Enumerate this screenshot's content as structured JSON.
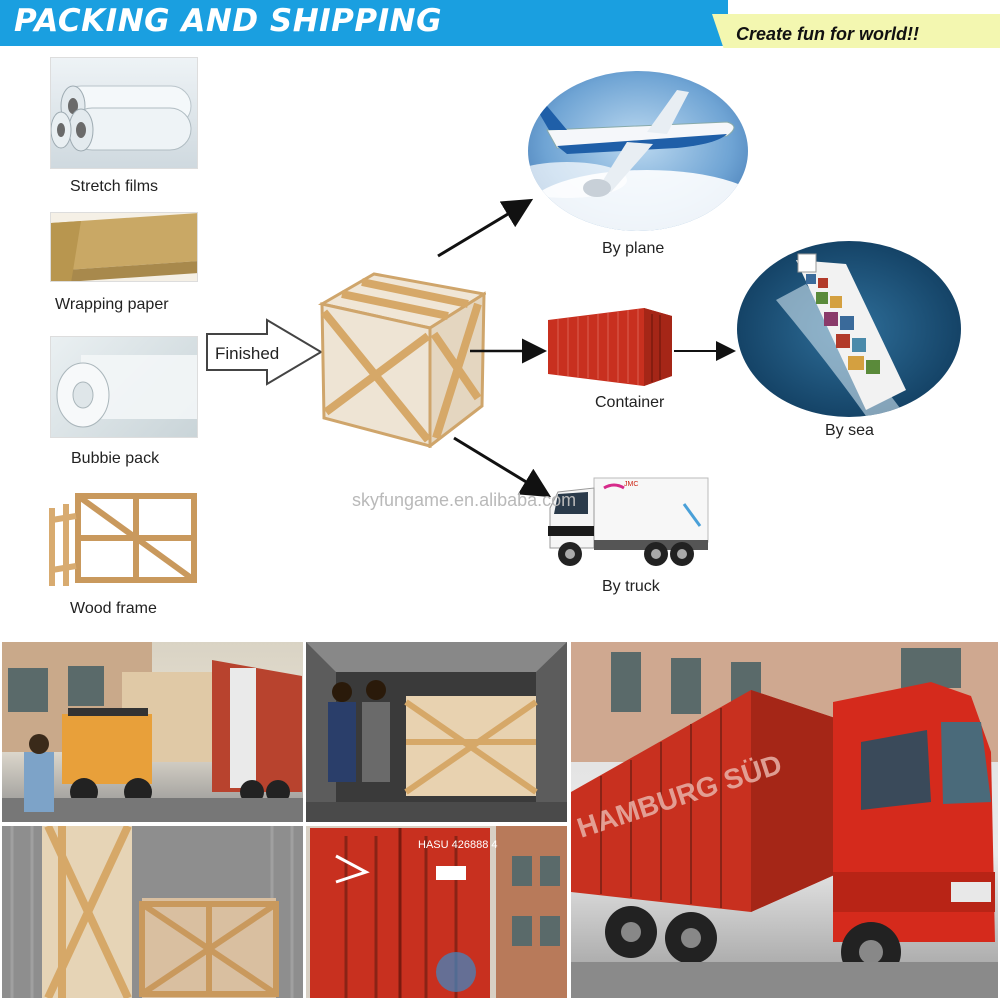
{
  "header": {
    "title": "PACKING AND SHIPPING",
    "tagline": "Create fun for world!!"
  },
  "materials": [
    {
      "label": "Stretch films"
    },
    {
      "label": "Wrapping paper"
    },
    {
      "label": "Bubbie pack"
    },
    {
      "label": "Wood frame"
    }
  ],
  "flow": {
    "finished_label": "Finished",
    "by_plane": "By plane",
    "container": "Container",
    "by_sea": "By sea",
    "by_truck": "By truck"
  },
  "watermark": "skyfungame.en.alibaba.com",
  "photos": {
    "container_brand": "HAMBURG SÜD",
    "container_code": "HASU 426888 4",
    "truck_cab_brand": "JMC"
  },
  "colors": {
    "header_blue": "#1a9fe0",
    "header_yellow": "#f3f7b0",
    "container_red": "#c8301f",
    "crate_wood": "#d9b07a",
    "arrow": "#111111"
  }
}
